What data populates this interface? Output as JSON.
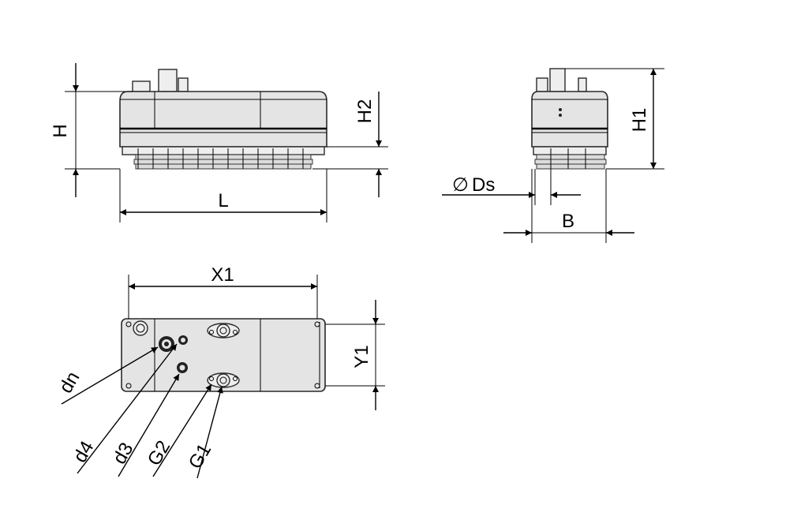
{
  "labels": {
    "H": "H",
    "H2": "H2",
    "L": "L",
    "H1": "H1",
    "Ds": "Ds",
    "diameter_symbol": "∅",
    "B": "B",
    "X1": "X1",
    "Y1": "Y1",
    "dn": "dn",
    "d4": "d4",
    "d3": "d3",
    "G2": "G2",
    "G1": "G1"
  }
}
